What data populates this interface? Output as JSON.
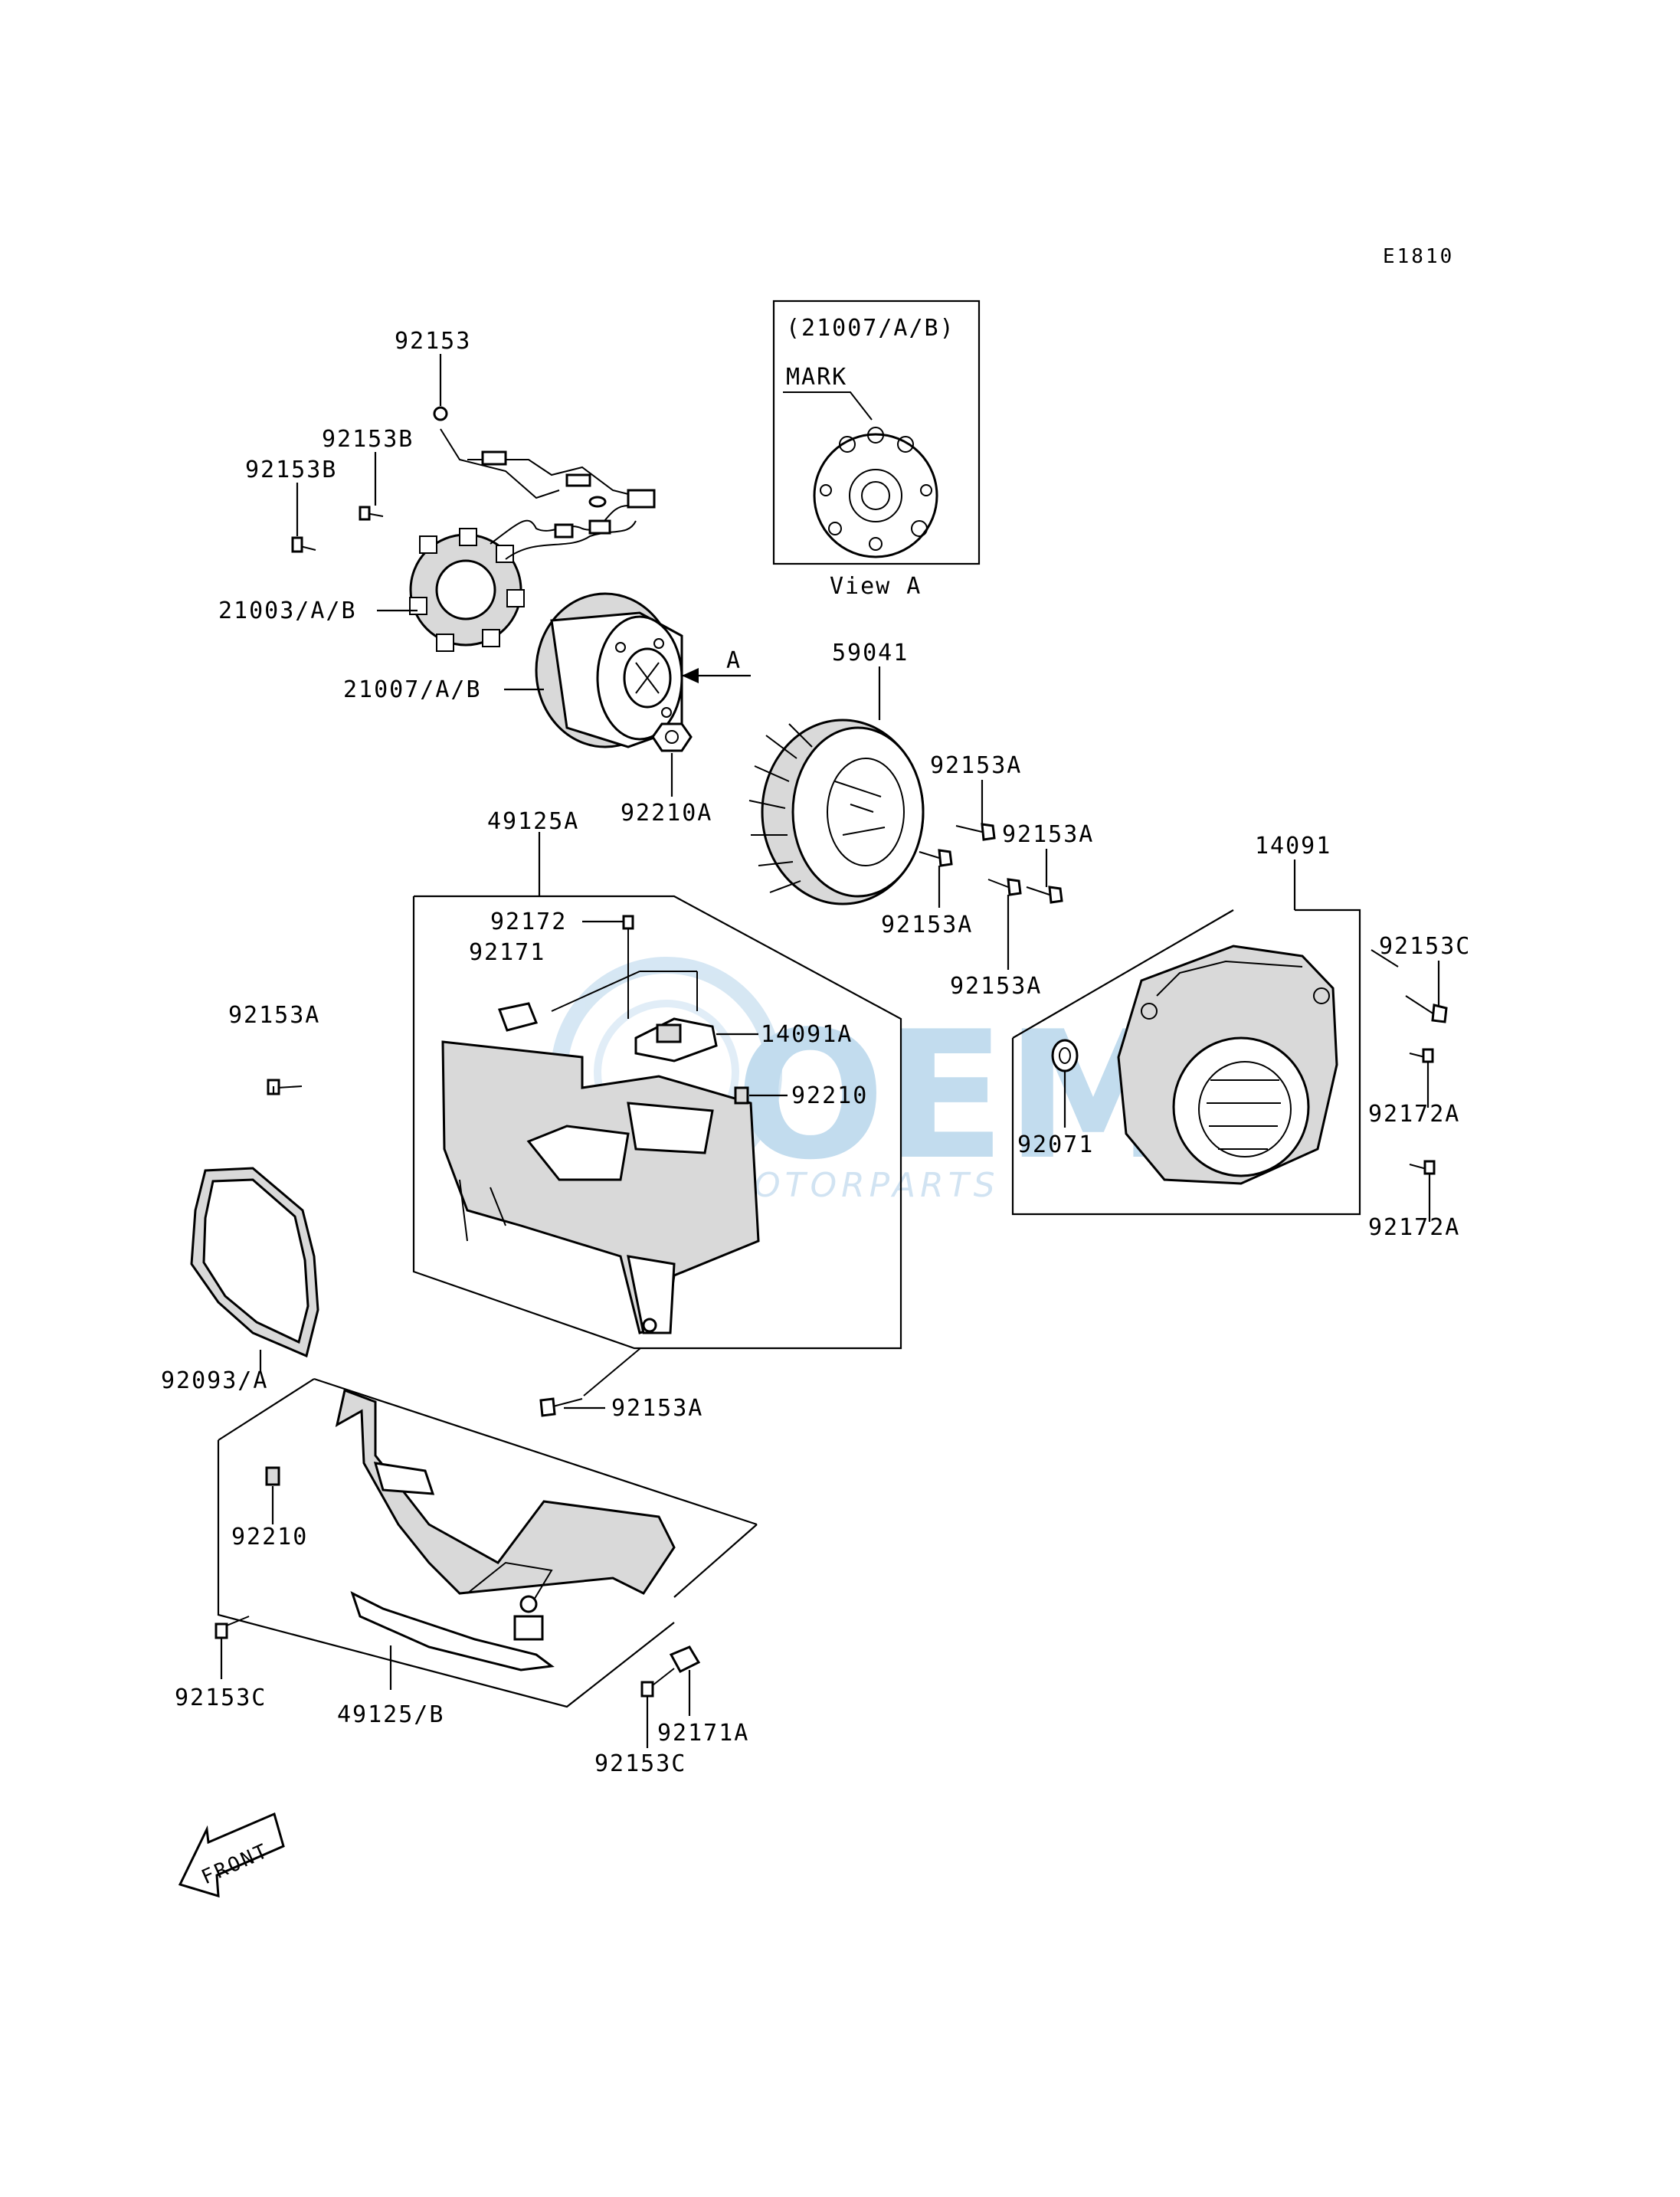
{
  "diagram_code": "E1810",
  "view_a": {
    "title": "(21007/A/B)",
    "mark_label": "MARK",
    "caption": "View A"
  },
  "view_arrow_label": "A",
  "front_label": "FRONT",
  "watermark": {
    "brand": "OEM",
    "sub": "MOTORPARTS"
  },
  "callouts": [
    "92153",
    "92153B",
    "92153B",
    "21003/A/B",
    "21007/A/B",
    "92210A",
    "59041",
    "92153A",
    "92153A",
    "92153A",
    "92153A",
    "14091",
    "92153C",
    "49125A",
    "92172",
    "92171",
    "14091A",
    "92210",
    "92153A",
    "92071",
    "92172A",
    "92172A",
    "92093/A",
    "92153A",
    "92210",
    "92153C",
    "49125/B",
    "92171A",
    "92153C"
  ],
  "colors": {
    "line": "#000000",
    "background": "#ffffff",
    "watermark": "#b8d6ec"
  }
}
